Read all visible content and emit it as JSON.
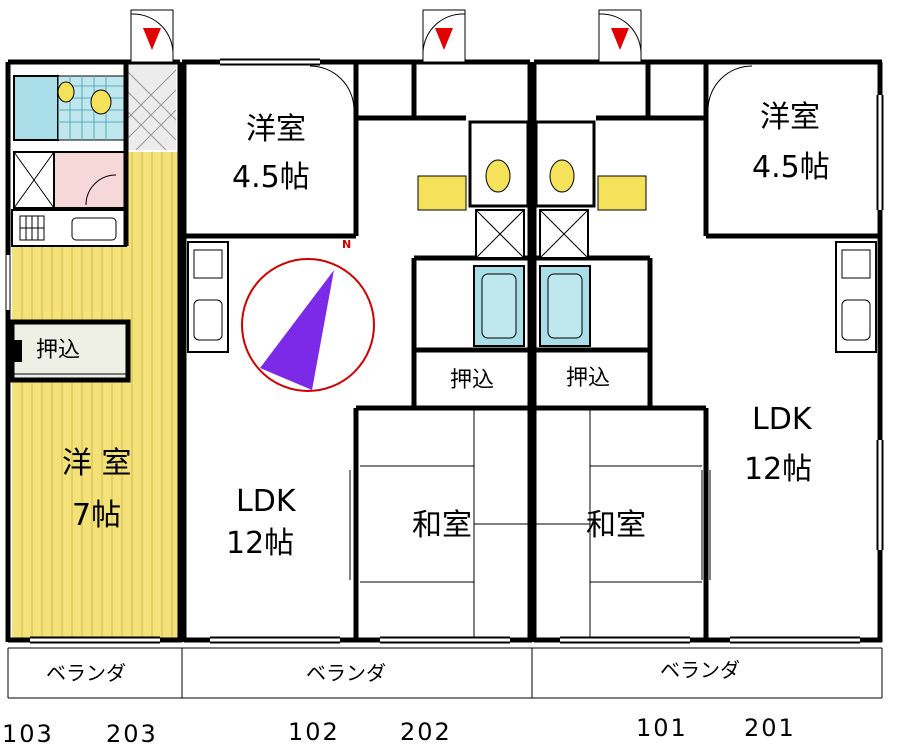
{
  "rooms": {
    "w_youshitsu": "洋室",
    "w_youshitsu_size": "4.5帖",
    "e_youshitsu": "洋室",
    "e_youshitsu_size": "4.5帖",
    "left_oshiire": "押込",
    "left_youshitsu": "洋 室",
    "left_youshitsu_size": "7帖",
    "mid_ldk": "LDK",
    "mid_ldk_size": "12帖",
    "mid_oshiire": "押込",
    "mid_washitsu": "和室",
    "right_oshiire": "押込",
    "right_washitsu": "和室",
    "right_ldk": "LDK",
    "right_ldk_size": "12帖"
  },
  "compass": {
    "north_label": "N"
  },
  "veranda": {
    "left": "ベランダ",
    "middle": "ベランダ",
    "right": "ベランダ"
  },
  "unit_numbers": [
    "103",
    "203",
    "102",
    "202",
    "101",
    "201"
  ],
  "colors": {
    "wall": "#000000",
    "left_room_floor": "#f3e27a",
    "tile_blue": "#bfe8ee",
    "bath": "#a9dde8",
    "toilet_yellow": "#f6e15a",
    "pink": "#f6d8d8",
    "closet_grey": "#e8e8e8",
    "door_arrow": "#e00000",
    "compass_circle": "#cc0000",
    "compass_needle": "#7d2ae8"
  }
}
